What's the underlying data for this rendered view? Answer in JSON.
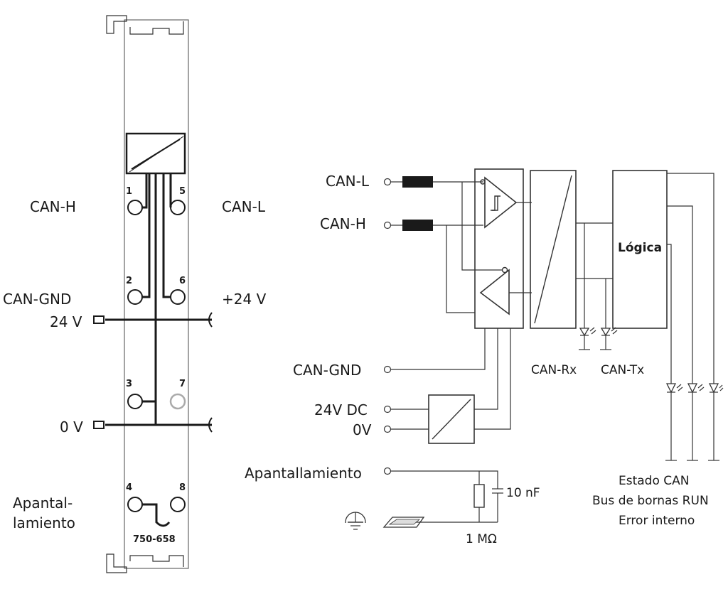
{
  "module": {
    "label_can_h": "CAN-H",
    "label_can_l": "CAN-L",
    "label_can_gnd": "CAN-GND",
    "label_plus24": "+24 V",
    "label_24v": "24 V",
    "label_0v": "0 V",
    "label_shield_1": "Apantal-",
    "label_shield_2": "lamiento",
    "part_number": "750-658",
    "terminals": [
      "1",
      "2",
      "3",
      "4",
      "5",
      "6",
      "7",
      "8"
    ]
  },
  "schematic": {
    "in_can_l": "CAN-L",
    "in_can_h": "CAN-H",
    "in_can_gnd": "CAN-GND",
    "in_24v_dc": "24V DC",
    "in_0v": "0V",
    "in_shield": "Apantallamiento",
    "logic": "Lógica",
    "led_rx": "CAN-Rx",
    "led_tx": "CAN-Tx",
    "capacitor": "10 nF",
    "resistor": "1 MΩ",
    "status_1": "Estado CAN",
    "status_2": "Bus de bornas RUN",
    "status_3": "Error interno"
  }
}
